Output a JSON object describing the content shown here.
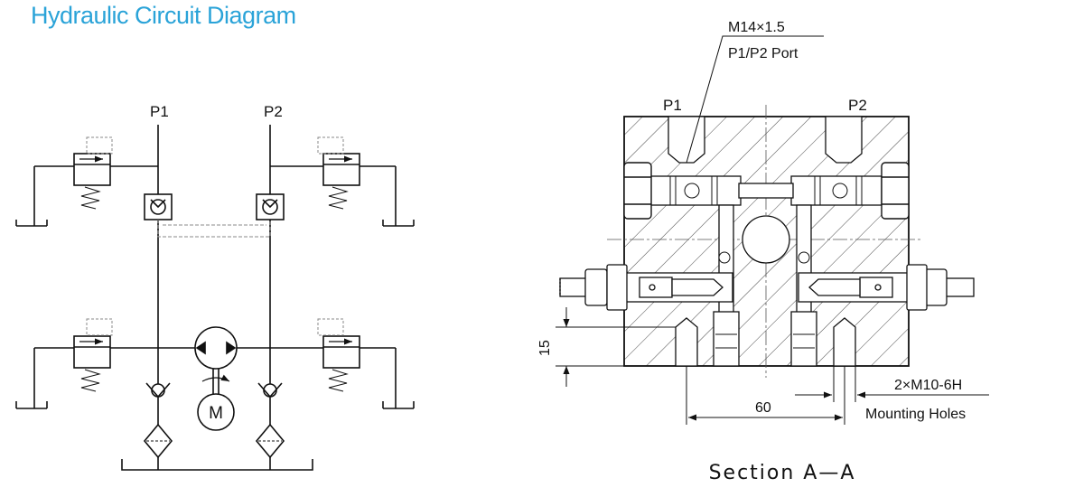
{
  "title": "Hydraulic Circuit Diagram",
  "colors": {
    "title": "#2aa3d8",
    "line": "#111111",
    "dash": "#888888"
  },
  "circuit": {
    "port_p1": "P1",
    "port_p2": "P2",
    "motor": "M"
  },
  "section": {
    "port_p1": "P1",
    "port_p2": "P2",
    "thread_spec": "M14×1.5",
    "port_note": "P1/P2 Port",
    "dim_height": "15",
    "dim_width": "60",
    "mounting_spec": "2×M10-6H",
    "mounting_note": "Mounting Holes",
    "caption": "Section A—A"
  }
}
